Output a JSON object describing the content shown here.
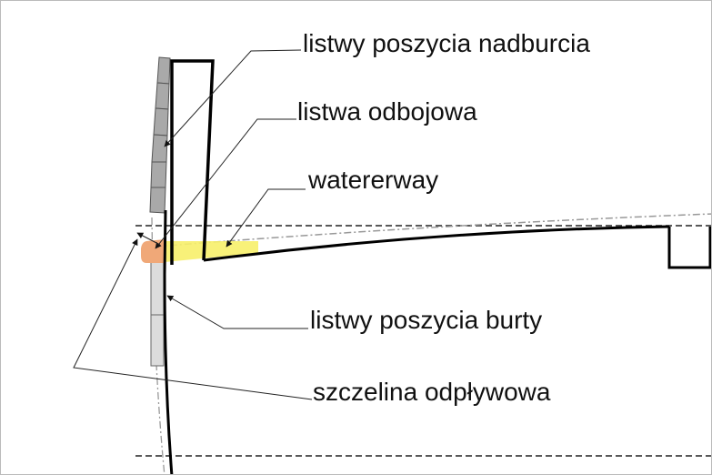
{
  "labels": {
    "bulwark_planks": "listwy poszycia nadburcia",
    "rubbing_strake": "listwa odbojowa",
    "waterway": "watererway",
    "hull_planks": "listwy poszycia burty",
    "scupper": "szczelina odpływowa"
  },
  "colors": {
    "bulwark_plank": "#a9a9a9",
    "hull_plank": "#dcdcdc",
    "waterway": "#f7ef6a",
    "rubbing_strake": "#f0a878",
    "outline": "#000000"
  }
}
